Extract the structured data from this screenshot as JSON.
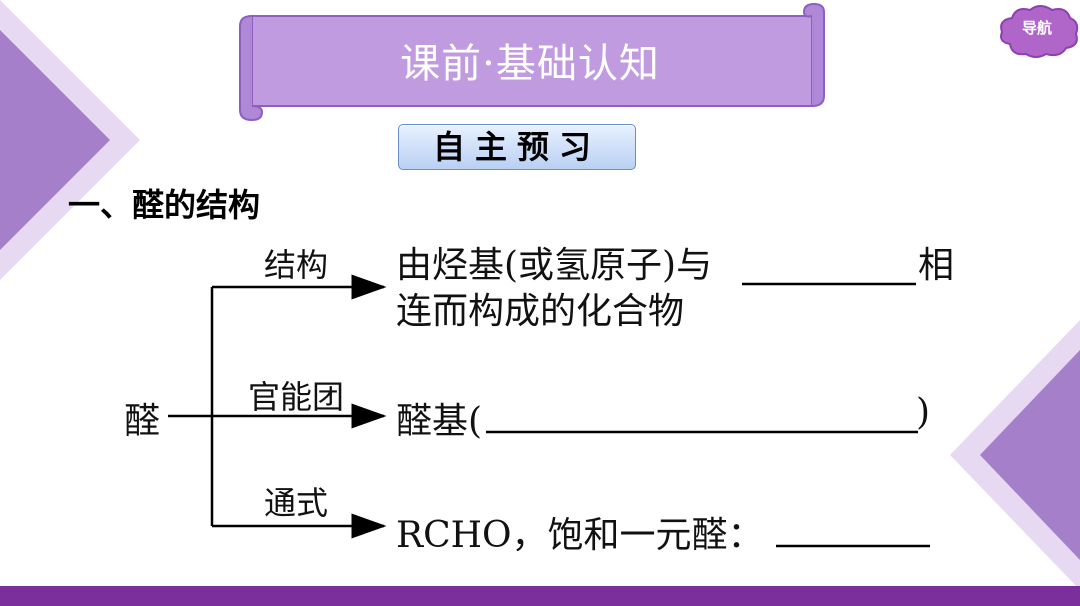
{
  "header": {
    "title": "课前·基础认知",
    "nav_label": "导航"
  },
  "preview_button": {
    "label": "自主预习"
  },
  "section": {
    "heading": "一、醛的结构"
  },
  "diagram": {
    "root": "醛",
    "branches": [
      {
        "label": "结构",
        "content_line1_start": "由烃基(或氢原子)与",
        "content_line1_end": "相",
        "content_line2": "连而构成的化合物"
      },
      {
        "label": "官能团",
        "content_start": "醛基(",
        "content_end": ")"
      },
      {
        "label": "通式",
        "content": "RCHO，饱和一元醛："
      }
    ]
  },
  "colors": {
    "accent_purple": "#7b2f9c",
    "banner_fill": "#c19be0",
    "button_fill": "#c8dbf7"
  }
}
